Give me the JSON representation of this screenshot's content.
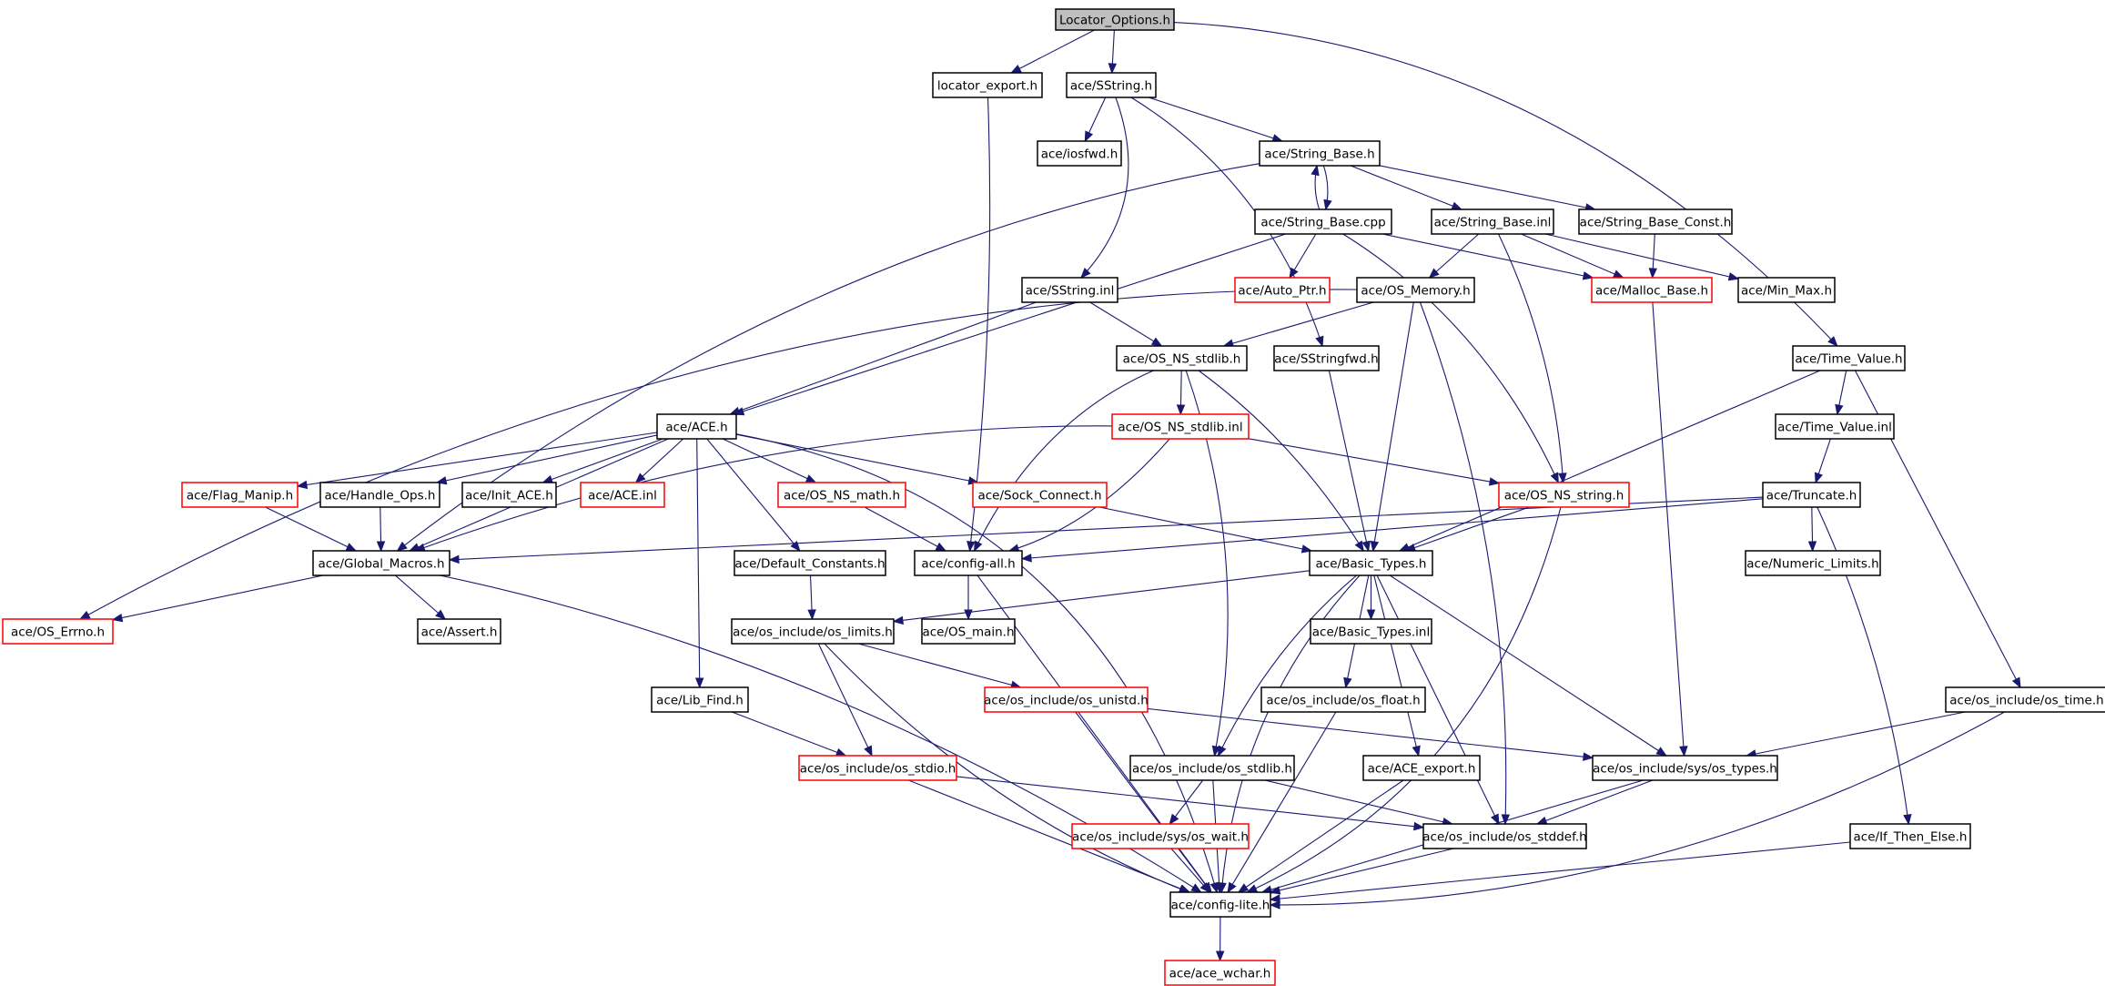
{
  "colors": {
    "edge": "#191970",
    "node_border": "#000000",
    "truncated_border": "#ff0000",
    "root_fill": "#bfbfbf",
    "node_fill": "#ffffff"
  },
  "nodes": [
    {
      "id": "locator_options",
      "label": "Locator_Options.h",
      "style": "root"
    },
    {
      "id": "locator_export",
      "label": "locator_export.h",
      "style": "normal"
    },
    {
      "id": "sstring_h",
      "label": "ace/SString.h",
      "style": "normal"
    },
    {
      "id": "iosfwd",
      "label": "ace/iosfwd.h",
      "style": "normal"
    },
    {
      "id": "string_base_h",
      "label": "ace/String_Base.h",
      "style": "normal"
    },
    {
      "id": "string_base_cpp",
      "label": "ace/String_Base.cpp",
      "style": "normal"
    },
    {
      "id": "string_base_inl",
      "label": "ace/String_Base.inl",
      "style": "normal"
    },
    {
      "id": "string_base_const",
      "label": "ace/String_Base_Const.h",
      "style": "normal"
    },
    {
      "id": "sstring_inl",
      "label": "ace/SString.inl",
      "style": "normal"
    },
    {
      "id": "auto_ptr",
      "label": "ace/Auto_Ptr.h",
      "style": "truncated"
    },
    {
      "id": "os_memory",
      "label": "ace/OS_Memory.h",
      "style": "normal"
    },
    {
      "id": "malloc_base",
      "label": "ace/Malloc_Base.h",
      "style": "truncated"
    },
    {
      "id": "min_max",
      "label": "ace/Min_Max.h",
      "style": "normal"
    },
    {
      "id": "os_ns_stdlib_h",
      "label": "ace/OS_NS_stdlib.h",
      "style": "normal"
    },
    {
      "id": "sstringfwd",
      "label": "ace/SStringfwd.h",
      "style": "normal"
    },
    {
      "id": "time_value_h",
      "label": "ace/Time_Value.h",
      "style": "normal"
    },
    {
      "id": "ace_h",
      "label": "ace/ACE.h",
      "style": "normal"
    },
    {
      "id": "os_ns_stdlib_inl",
      "label": "ace/OS_NS_stdlib.inl",
      "style": "truncated"
    },
    {
      "id": "time_value_inl",
      "label": "ace/Time_Value.inl",
      "style": "normal"
    },
    {
      "id": "flag_manip",
      "label": "ace/Flag_Manip.h",
      "style": "truncated"
    },
    {
      "id": "handle_ops",
      "label": "ace/Handle_Ops.h",
      "style": "normal"
    },
    {
      "id": "init_ace",
      "label": "ace/Init_ACE.h",
      "style": "normal"
    },
    {
      "id": "ace_inl",
      "label": "ace/ACE.inl",
      "style": "truncated"
    },
    {
      "id": "os_ns_math",
      "label": "ace/OS_NS_math.h",
      "style": "truncated"
    },
    {
      "id": "sock_connect",
      "label": "ace/Sock_Connect.h",
      "style": "truncated"
    },
    {
      "id": "os_ns_string",
      "label": "ace/OS_NS_string.h",
      "style": "truncated"
    },
    {
      "id": "truncate",
      "label": "ace/Truncate.h",
      "style": "normal"
    },
    {
      "id": "global_macros",
      "label": "ace/Global_Macros.h",
      "style": "normal"
    },
    {
      "id": "default_constants",
      "label": "ace/Default_Constants.h",
      "style": "normal"
    },
    {
      "id": "config_all",
      "label": "ace/config-all.h",
      "style": "normal"
    },
    {
      "id": "basic_types_h",
      "label": "ace/Basic_Types.h",
      "style": "normal"
    },
    {
      "id": "numeric_limits",
      "label": "ace/Numeric_Limits.h",
      "style": "normal"
    },
    {
      "id": "os_errno",
      "label": "ace/OS_Errno.h",
      "style": "truncated"
    },
    {
      "id": "assert_h",
      "label": "ace/Assert.h",
      "style": "normal"
    },
    {
      "id": "os_limits",
      "label": "ace/os_include/os_limits.h",
      "style": "normal"
    },
    {
      "id": "os_main",
      "label": "ace/OS_main.h",
      "style": "normal"
    },
    {
      "id": "basic_types_inl",
      "label": "ace/Basic_Types.inl",
      "style": "normal"
    },
    {
      "id": "lib_find",
      "label": "ace/Lib_Find.h",
      "style": "normal"
    },
    {
      "id": "os_unistd",
      "label": "ace/os_include/os_unistd.h",
      "style": "truncated"
    },
    {
      "id": "os_float",
      "label": "ace/os_include/os_float.h",
      "style": "normal"
    },
    {
      "id": "os_time",
      "label": "ace/os_include/os_time.h",
      "style": "normal"
    },
    {
      "id": "os_stdio",
      "label": "ace/os_include/os_stdio.h",
      "style": "truncated"
    },
    {
      "id": "os_stdlib",
      "label": "ace/os_include/os_stdlib.h",
      "style": "normal"
    },
    {
      "id": "ace_export",
      "label": "ace/ACE_export.h",
      "style": "normal"
    },
    {
      "id": "sys_os_types",
      "label": "ace/os_include/sys/os_types.h",
      "style": "normal"
    },
    {
      "id": "sys_os_wait",
      "label": "ace/os_include/sys/os_wait.h",
      "style": "truncated"
    },
    {
      "id": "os_stddef",
      "label": "ace/os_include/os_stddef.h",
      "style": "normal"
    },
    {
      "id": "if_then_else",
      "label": "ace/If_Then_Else.h",
      "style": "normal"
    },
    {
      "id": "config_lite",
      "label": "ace/config-lite.h",
      "style": "normal"
    },
    {
      "id": "ace_wchar",
      "label": "ace/ace_wchar.h",
      "style": "truncated"
    }
  ],
  "edges": [
    [
      "locator_options",
      "locator_export"
    ],
    [
      "locator_options",
      "sstring_h"
    ],
    [
      "locator_options",
      "time_value_h"
    ],
    [
      "locator_export",
      "config_all"
    ],
    [
      "sstring_h",
      "iosfwd"
    ],
    [
      "sstring_h",
      "string_base_h"
    ],
    [
      "sstring_h",
      "sstring_inl"
    ],
    [
      "sstring_h",
      "sstringfwd"
    ],
    [
      "string_base_h",
      "string_base_cpp"
    ],
    [
      "string_base_h",
      "string_base_inl"
    ],
    [
      "string_base_h",
      "string_base_const"
    ],
    [
      "string_base_h",
      "global_macros"
    ],
    [
      "string_base_cpp",
      "string_base_h"
    ],
    [
      "string_base_cpp",
      "auto_ptr"
    ],
    [
      "string_base_cpp",
      "malloc_base"
    ],
    [
      "string_base_cpp",
      "ace_h"
    ],
    [
      "string_base_cpp",
      "os_ns_string"
    ],
    [
      "string_base_inl",
      "malloc_base"
    ],
    [
      "string_base_inl",
      "min_max"
    ],
    [
      "string_base_inl",
      "os_memory"
    ],
    [
      "string_base_inl",
      "os_ns_string"
    ],
    [
      "string_base_const",
      "malloc_base"
    ],
    [
      "sstring_inl",
      "ace_h"
    ],
    [
      "sstring_inl",
      "os_ns_stdlib_h"
    ],
    [
      "os_memory",
      "os_errno"
    ],
    [
      "os_memory",
      "os_ns_stdlib_h"
    ],
    [
      "os_memory",
      "basic_types_h"
    ],
    [
      "os_memory",
      "os_stddef"
    ],
    [
      "malloc_base",
      "sys_os_types"
    ],
    [
      "os_ns_stdlib_h",
      "os_ns_stdlib_inl"
    ],
    [
      "os_ns_stdlib_h",
      "config_all"
    ],
    [
      "os_ns_stdlib_h",
      "basic_types_h"
    ],
    [
      "os_ns_stdlib_h",
      "os_stdlib"
    ],
    [
      "sstringfwd",
      "basic_types_h"
    ],
    [
      "time_value_h",
      "time_value_inl"
    ],
    [
      "time_value_h",
      "basic_types_h"
    ],
    [
      "time_value_h",
      "os_time"
    ],
    [
      "time_value_inl",
      "truncate"
    ],
    [
      "ace_h",
      "flag_manip"
    ],
    [
      "ace_h",
      "handle_ops"
    ],
    [
      "ace_h",
      "init_ace"
    ],
    [
      "ace_h",
      "ace_inl"
    ],
    [
      "ace_h",
      "os_ns_math"
    ],
    [
      "ace_h",
      "sock_connect"
    ],
    [
      "ace_h",
      "global_macros"
    ],
    [
      "ace_h",
      "default_constants"
    ],
    [
      "ace_h",
      "lib_find"
    ],
    [
      "ace_h",
      "config_lite"
    ],
    [
      "os_ns_stdlib_inl",
      "os_ns_string"
    ],
    [
      "os_ns_stdlib_inl",
      "global_macros"
    ],
    [
      "os_ns_stdlib_inl",
      "config_all"
    ],
    [
      "flag_manip",
      "global_macros"
    ],
    [
      "handle_ops",
      "global_macros"
    ],
    [
      "os_ns_math",
      "config_all"
    ],
    [
      "sock_connect",
      "basic_types_h"
    ],
    [
      "os_ns_string",
      "basic_types_h"
    ],
    [
      "os_ns_string",
      "config_lite"
    ],
    [
      "truncate",
      "global_macros"
    ],
    [
      "truncate",
      "config_all"
    ],
    [
      "truncate",
      "numeric_limits"
    ],
    [
      "truncate",
      "if_then_else"
    ],
    [
      "global_macros",
      "os_errno"
    ],
    [
      "global_macros",
      "assert_h"
    ],
    [
      "global_macros",
      "config_lite"
    ],
    [
      "default_constants",
      "os_limits"
    ],
    [
      "config_all",
      "os_main"
    ],
    [
      "config_all",
      "config_lite"
    ],
    [
      "basic_types_h",
      "os_limits"
    ],
    [
      "basic_types_h",
      "basic_types_inl"
    ],
    [
      "basic_types_h",
      "os_float"
    ],
    [
      "basic_types_h",
      "os_stdlib"
    ],
    [
      "basic_types_h",
      "ace_export"
    ],
    [
      "basic_types_h",
      "sys_os_types"
    ],
    [
      "basic_types_h",
      "os_stddef"
    ],
    [
      "basic_types_h",
      "config_lite"
    ],
    [
      "os_limits",
      "os_unistd"
    ],
    [
      "os_limits",
      "os_stdio"
    ],
    [
      "os_limits",
      "config_lite"
    ],
    [
      "lib_find",
      "os_stdio"
    ],
    [
      "os_unistd",
      "sys_os_types"
    ],
    [
      "os_unistd",
      "config_lite"
    ],
    [
      "os_float",
      "config_lite"
    ],
    [
      "os_time",
      "sys_os_types"
    ],
    [
      "os_time",
      "config_lite"
    ],
    [
      "os_stdio",
      "os_stddef"
    ],
    [
      "os_stdio",
      "config_lite"
    ],
    [
      "os_stdlib",
      "sys_os_wait"
    ],
    [
      "os_stdlib",
      "os_stddef"
    ],
    [
      "os_stdlib",
      "config_lite"
    ],
    [
      "ace_export",
      "config_lite"
    ],
    [
      "sys_os_types",
      "os_stddef"
    ],
    [
      "sys_os_types",
      "config_lite"
    ],
    [
      "sys_os_wait",
      "config_lite"
    ],
    [
      "os_stddef",
      "config_lite"
    ],
    [
      "if_then_else",
      "config_lite"
    ],
    [
      "config_lite",
      "ace_wchar"
    ]
  ]
}
